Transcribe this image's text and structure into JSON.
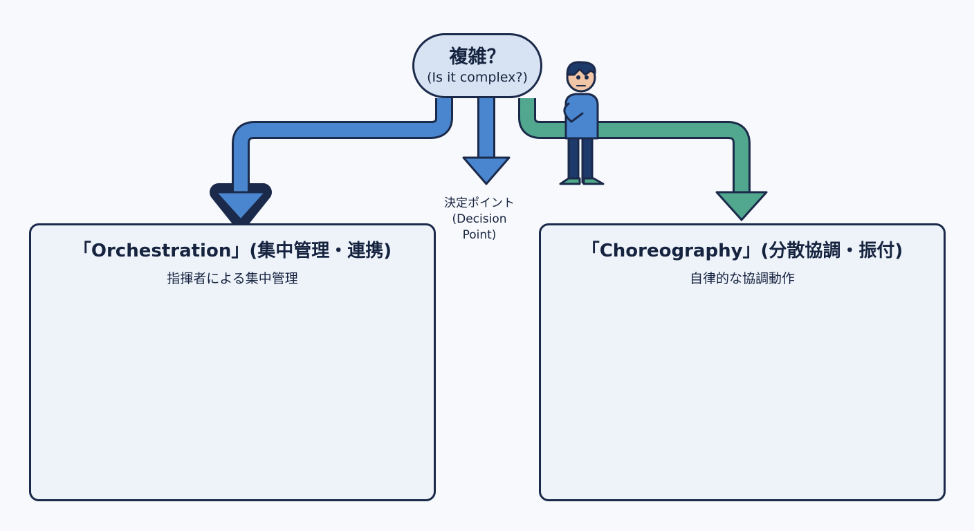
{
  "decision_node": {
    "title": "複雑？",
    "subtitle": "(Is it complex?)"
  },
  "decision_point": {
    "label_ja": "決定ポイント",
    "label_en_1": "(Decision",
    "label_en_2": "Point)"
  },
  "orchestration": {
    "title": "「Orchestration」(集中管理・連携)",
    "subtitle": "指揮者による集中管理"
  },
  "choreography": {
    "title": "「Choreography」(分散協調・振付)",
    "subtitle": "自律的な協調動作"
  },
  "colors": {
    "blue_arrow": "#4a86cf",
    "green_arrow": "#52a88f",
    "outline": "#1b2a4a",
    "panel_bg": "#eef3fa",
    "orange": "#f08a3c",
    "teal": "#4fa88a",
    "blue": "#4a86cf"
  },
  "icons": [
    "thinking-person",
    "conductor",
    "dancer",
    "speech-bubble",
    "server",
    "cube",
    "square",
    "circle",
    "diamond",
    "trapezoid"
  ]
}
